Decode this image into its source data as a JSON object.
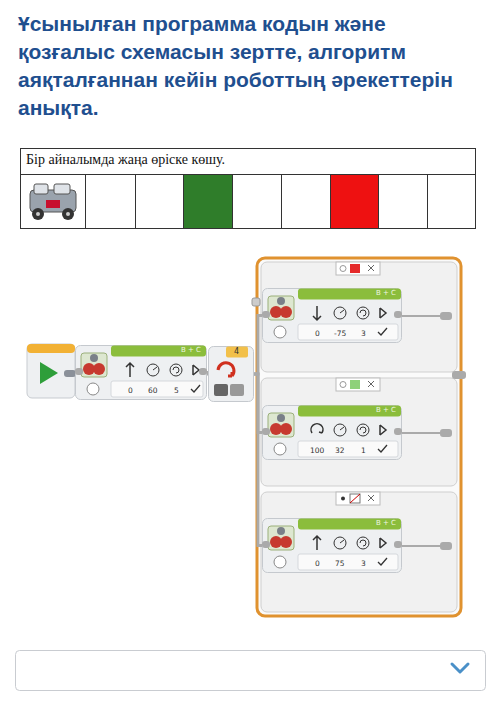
{
  "diagram": {
    "title": "Ұсынылған программа кодын және қозғалыс схемасын зертте, алгоритм аяқталғаннан кейін роботтың әрекеттерін анықта.",
    "nodes": [
      {
        "text": [
          "B + C",
          "0",
          "60",
          "5"
        ]
      },
      {
        "text": [
          "4"
        ]
      },
      {
        "text": [
          "B + C",
          "0",
          "-75",
          "3"
        ]
      },
      {
        "text": [
          "B + C",
          "100",
          "32",
          "1"
        ]
      },
      {
        "text": [
          "B + C",
          "0",
          "75",
          "3"
        ]
      }
    ],
    "edges": [
      {
        "from": 0,
        "to": 1,
        "arrow": "none"
      },
      {
        "from": 1,
        "to": 2,
        "arrow": "none"
      },
      {
        "from": 1,
        "to": 3,
        "arrow": "none"
      },
      {
        "from": 1,
        "to": 4,
        "arrow": "none"
      }
    ],
    "labels": [
      "Бір айналымда жаңа өріске көшу."
    ]
  }
}
